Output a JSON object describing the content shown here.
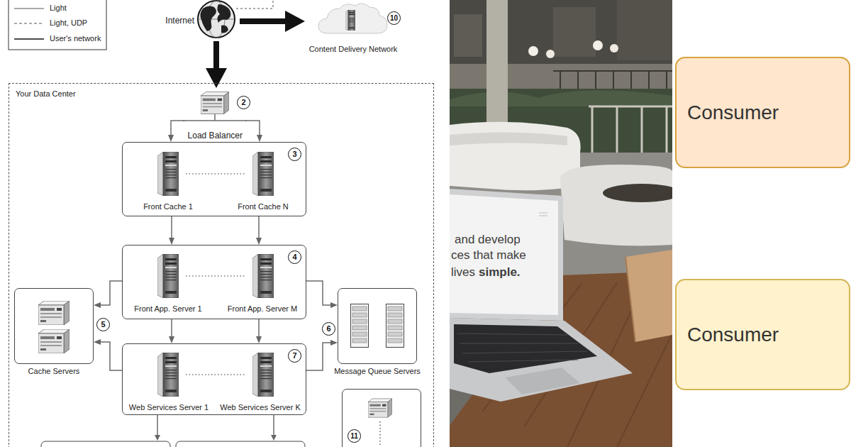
{
  "diagram": {
    "nodes": [
      {
        "text": [
          "Internet"
        ]
      },
      {
        "text": [
          "Content Delivery Network"
        ]
      },
      {
        "text": [
          "Your Data Center"
        ]
      },
      {
        "text": [
          "Load Balancer"
        ],
        "in": 2
      },
      {
        "text": [
          "3"
        ],
        "in": 2
      },
      {
        "text": [
          "Front Cache 1"
        ],
        "in": 4
      },
      {
        "text": [
          "Front Cache N"
        ],
        "in": 4
      },
      {
        "text": [
          "4"
        ],
        "in": 2
      },
      {
        "text": [
          "Front App. Server 1"
        ],
        "in": 7
      },
      {
        "text": [
          "Front App. Server M"
        ],
        "in": 7
      },
      {
        "text": [
          "Cache Servers"
        ],
        "in": 2
      },
      {
        "text": [
          "Message Queue Servers"
        ],
        "in": 2
      },
      {
        "text": [
          "7"
        ],
        "in": 2
      },
      {
        "text": [
          "Web Services Server 1"
        ],
        "in": 12
      },
      {
        "text": [
          "Web Services Server K"
        ],
        "in": 12
      },
      {
        "text": [
          "11"
        ],
        "in": 2
      },
      {
        "text": [
          "Consumer"
        ]
      },
      {
        "text": [
          "Consumer"
        ]
      }
    ],
    "edges": [
      {
        "from": 0,
        "to": 1,
        "arrow": "to"
      },
      {
        "from": 0,
        "to": 3,
        "arrow": "to"
      },
      {
        "from": 3,
        "to": 4,
        "arrow": "to"
      },
      {
        "from": 3,
        "to": 4,
        "arrow": "to"
      },
      {
        "from": 4,
        "to": 7,
        "arrow": "to"
      },
      {
        "from": 4,
        "to": 7,
        "arrow": "to"
      },
      {
        "from": 7,
        "to": 12,
        "arrow": "to"
      },
      {
        "from": 7,
        "to": 12,
        "arrow": "to"
      },
      {
        "from": 7,
        "to": 10,
        "arrow": "to"
      },
      {
        "from": 12,
        "to": 10,
        "arrow": "to"
      },
      {
        "from": 7,
        "to": 11,
        "arrow": "to"
      },
      {
        "from": 12,
        "to": 11,
        "arrow": "to"
      }
    ],
    "labels": [
      "10",
      "2",
      "5",
      "6",
      "and develop",
      "ces that make",
      "lives",
      "simple."
    ],
    "legend": [
      {
        "text": "Light"
      },
      {
        "text": "Light, UDP"
      },
      {
        "text": "User's network"
      }
    ]
  }
}
